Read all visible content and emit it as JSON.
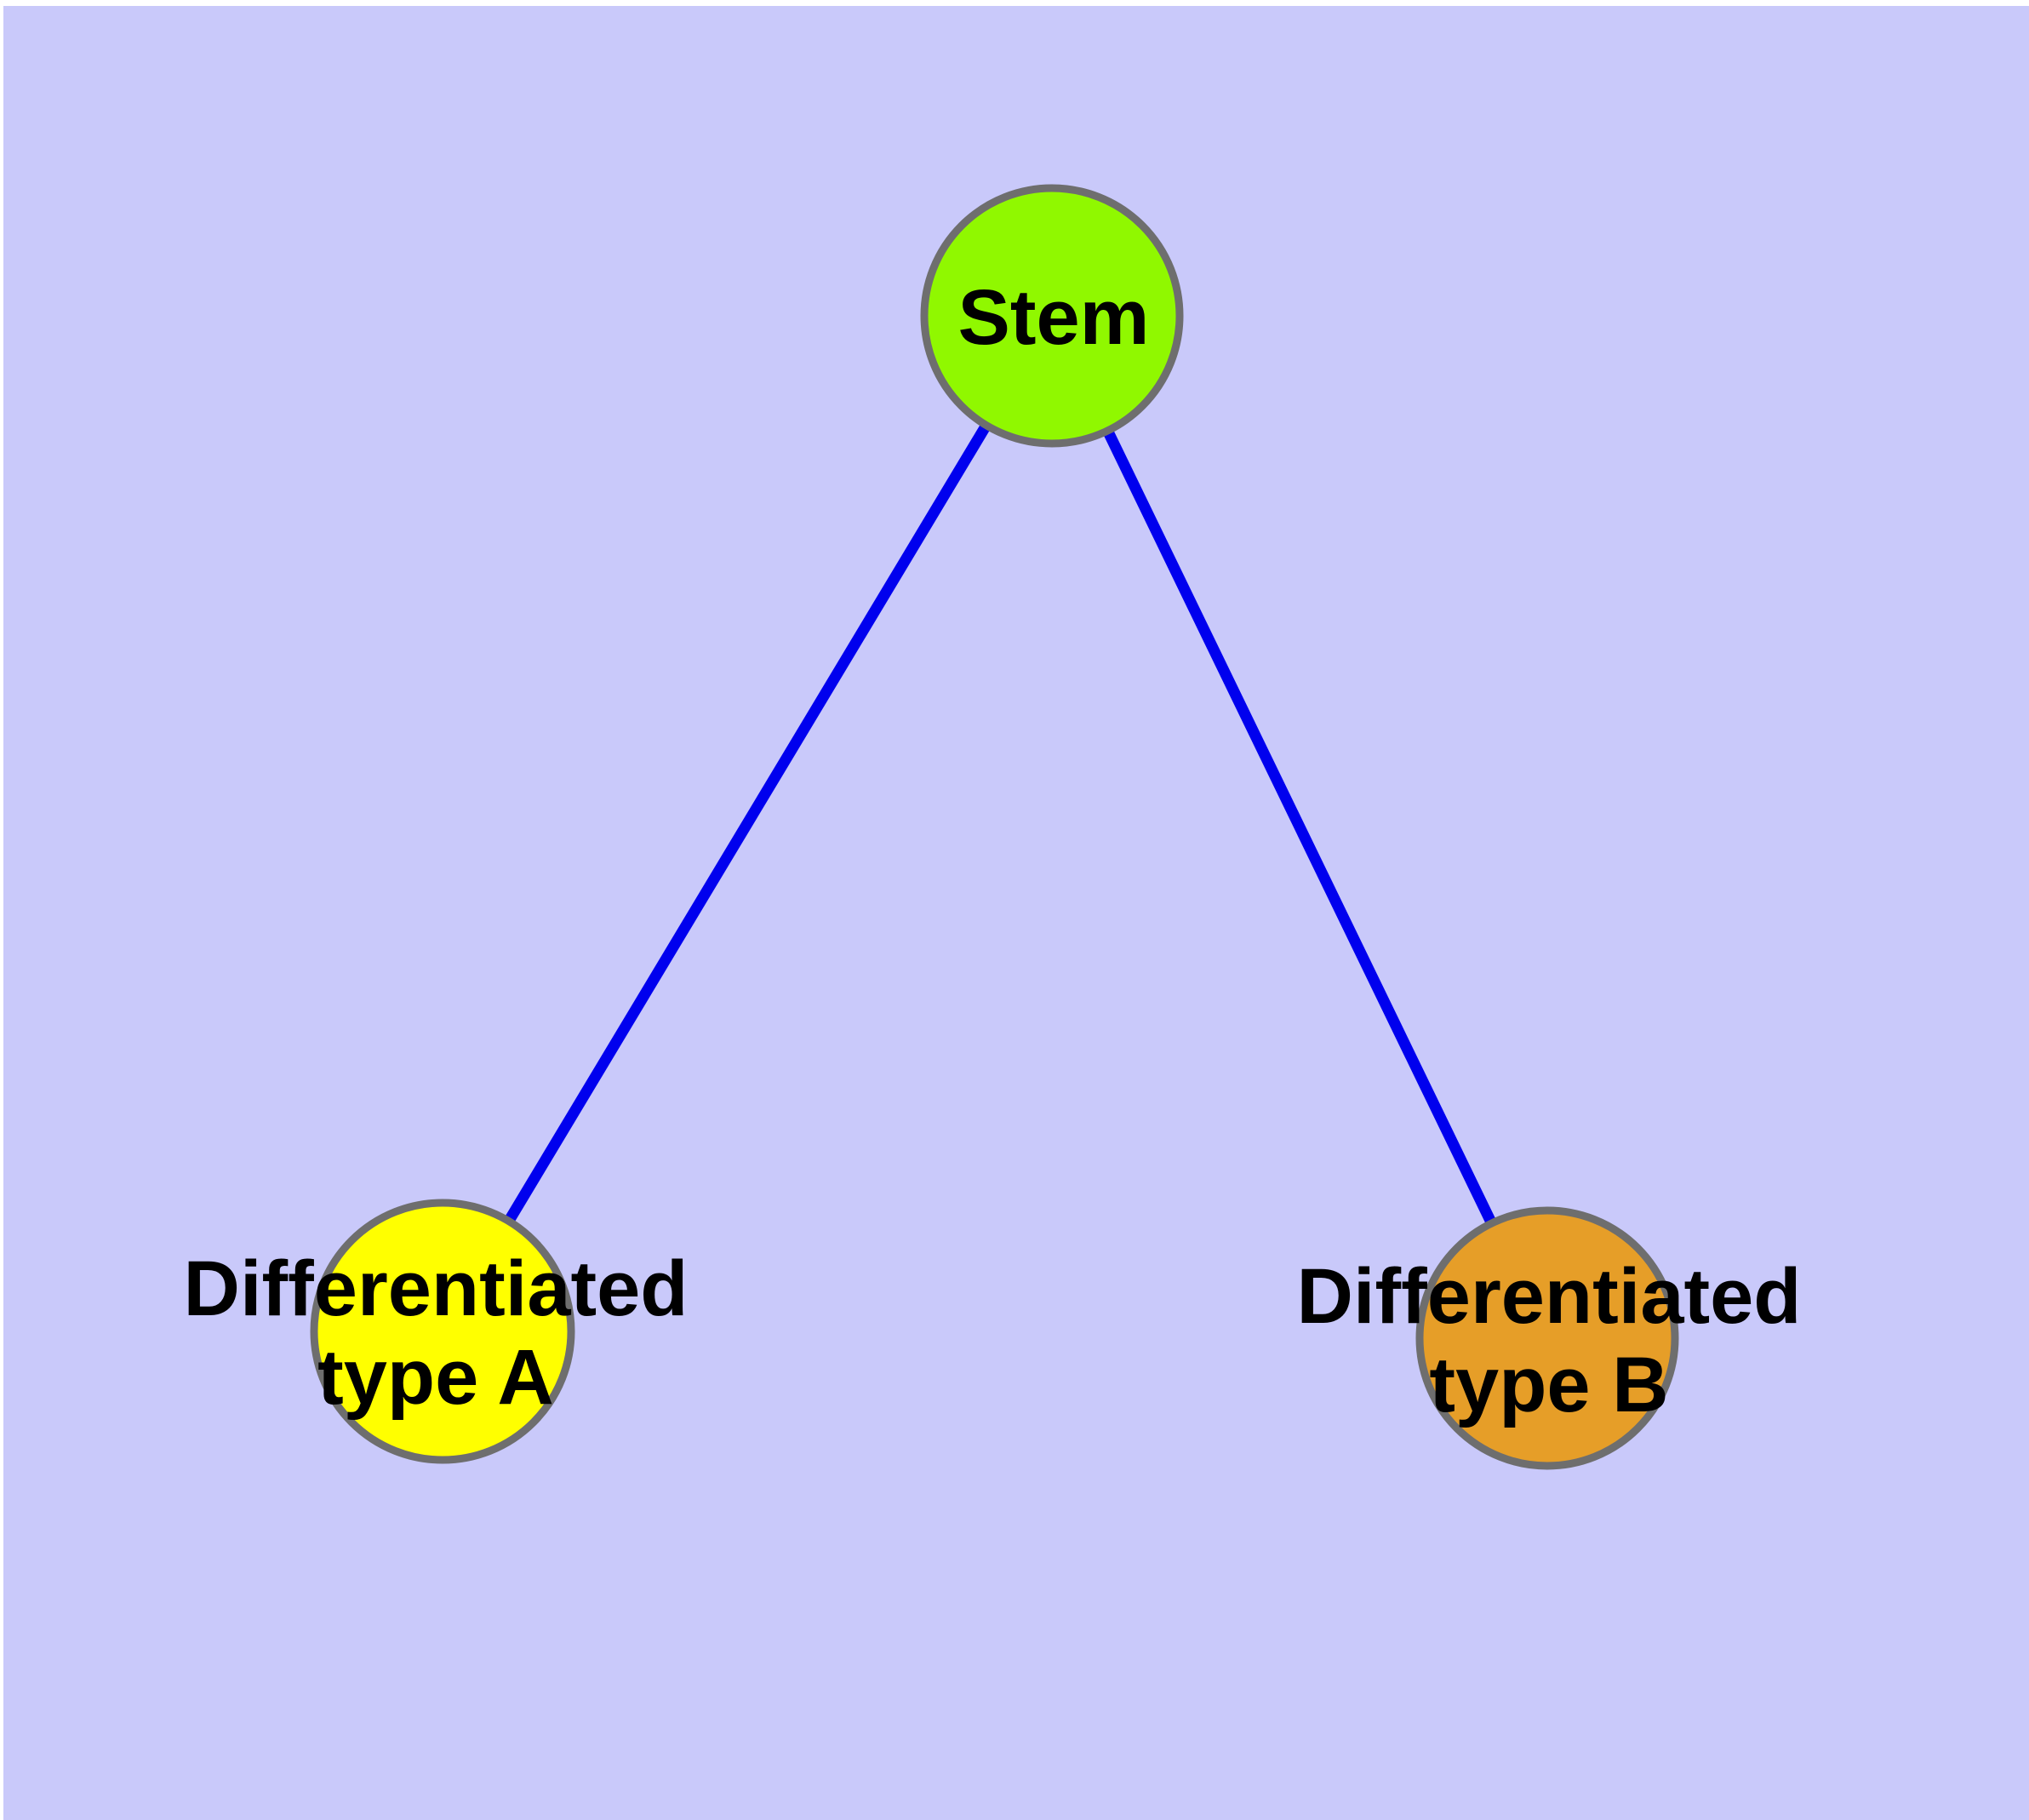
{
  "figure": {
    "background_color": "#C9C9FA",
    "margin_color": "#FFFFFF",
    "edge_color": "#0000EE",
    "edge_width": 13,
    "node_border_color": "#6E6E6E",
    "node_border_width": 9,
    "label_color": "#000000",
    "nodes": [
      {
        "id": "stem",
        "label": "Stem",
        "fill": "#90F800"
      },
      {
        "id": "diff-a",
        "label_line1": "Differentiated",
        "label_line2": "type A",
        "fill": "#FFFF00"
      },
      {
        "id": "diff-b",
        "label_line1": "Differentiated",
        "label_line2": "type B",
        "fill": "#E69E28"
      }
    ],
    "edges": [
      {
        "from": "stem",
        "to": "diff-a"
      },
      {
        "from": "stem",
        "to": "diff-b"
      }
    ]
  }
}
